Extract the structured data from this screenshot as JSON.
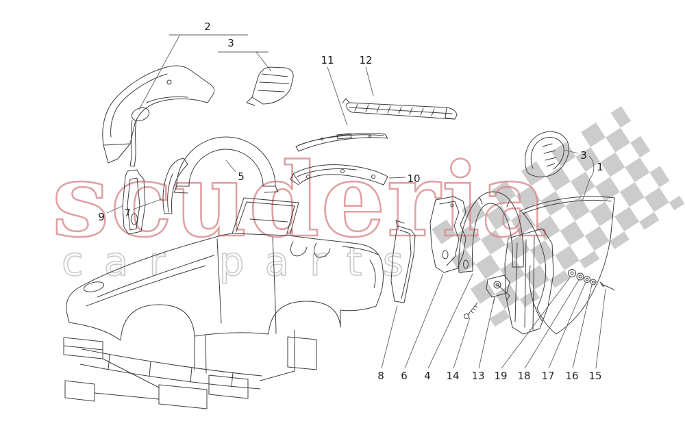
{
  "page": {
    "background": "#ffffff"
  },
  "watermark": {
    "title": "scuderia",
    "subtitle": "car parts",
    "title_color": "#d98a8a",
    "subtitle_color": "#c6c6c6"
  },
  "diagram": {
    "line_color": "#3c3c3c",
    "flag_color": "#c3c3c3",
    "leader_color": "#5d5d5d"
  },
  "callouts": {
    "c1": "1",
    "c2": "2",
    "c3": "3",
    "c4": "4",
    "c5": "5",
    "c6": "6",
    "c7": "7",
    "c8": "8",
    "c9": "9",
    "c10": "10",
    "c11": "11",
    "c12": "12",
    "c13": "13",
    "c14": "14",
    "c15": "15",
    "c16": "16",
    "c17": "17",
    "c18": "18",
    "c19": "19"
  }
}
